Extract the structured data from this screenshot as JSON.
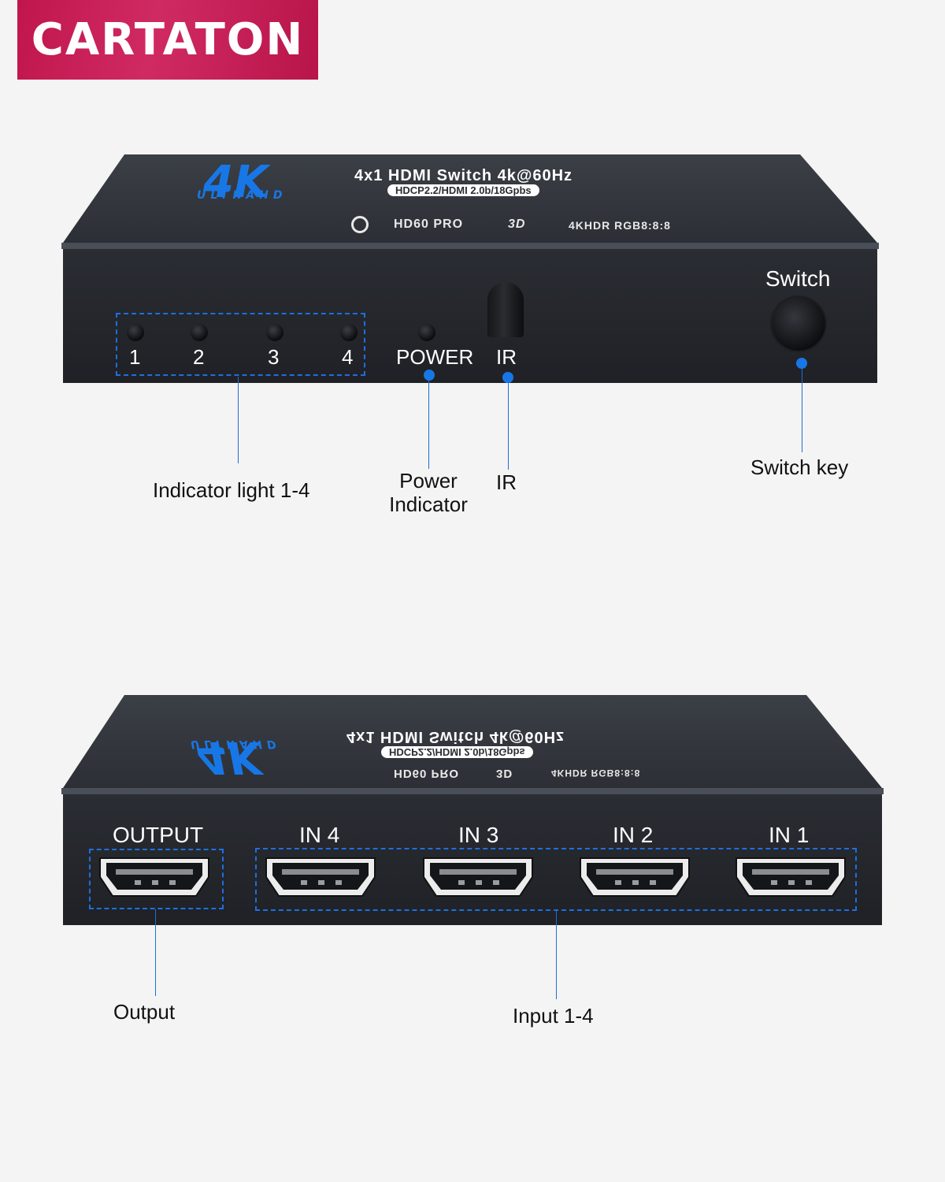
{
  "brand": {
    "name": "CARTATON",
    "color": "#c81e58"
  },
  "front_device": {
    "badge": "4K",
    "badge_sub": "ULTRAHD",
    "title": "4x1 HDMI Switch 4k@60Hz",
    "spec_pill": "HDCP2.2/HDMI 2.0b/18Gpbs",
    "features": "HD60 PRO",
    "features_3d": "3D",
    "features_hdr": "4KHDR RGB8:8:8",
    "indicator_numbers": [
      "1",
      "2",
      "3",
      "4"
    ],
    "power_label": "POWER",
    "ir_label": "IR",
    "switch_label": "Switch"
  },
  "callouts_top": {
    "indicator": "Indicator light 1-4",
    "power_line1": "Power",
    "power_line2": "Indicator",
    "ir": "IR",
    "switch_key": "Switch key"
  },
  "back_device": {
    "badge": "4K",
    "badge_sub": "ULTRAHD",
    "title": "4x1 HDMI Switch 4k@60Hz",
    "spec_pill": "HDCP2.2/HDMI 2.0b/18Gpbs",
    "features": "HD60 PRO",
    "features_3d": "3D",
    "features_hdr": "4KHDR RGB8:8:8",
    "ports": [
      "OUTPUT",
      "IN 4",
      "IN 3",
      "IN 2",
      "IN 1"
    ]
  },
  "callouts_bottom": {
    "output": "Output",
    "input": "Input 1-4"
  },
  "colors": {
    "device_body": "#2a2d33",
    "accent_blue": "#1877e6",
    "callout_text": "#111111"
  }
}
